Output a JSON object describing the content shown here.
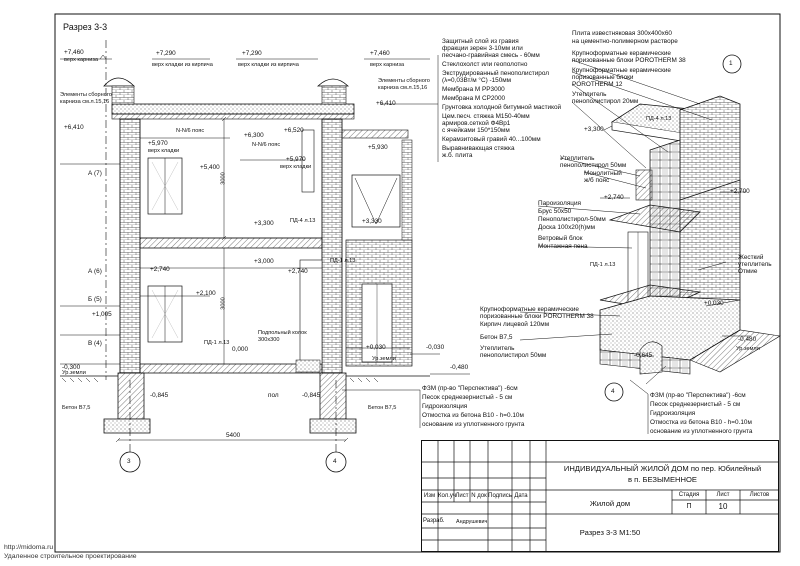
{
  "sheet_title": "Разрез 3-3",
  "left_axis_labels": [
    "А (7)",
    "А (6)",
    "Б (5)",
    "В (4)"
  ],
  "left_section": {
    "elev_labels": [
      {
        "v": "+7,460",
        "t": "верх карниза"
      },
      {
        "v": "+7,290",
        "t": "верх кладки из кирпича"
      },
      {
        "v": "+7,290",
        "t": "верх кладки из кирпича"
      },
      {
        "v": "+7,460",
        "t": "верх карниза"
      },
      {
        "v": "+6,410",
        "t": ""
      },
      {
        "v": "+6,410",
        "t": ""
      },
      {
        "v": "+6,520",
        "t": ""
      },
      {
        "v": "+6,300",
        "t": ""
      },
      {
        "v": "+5,970",
        "t": "верх кладки"
      },
      {
        "v": "+5,970",
        "t": "верх кладки"
      },
      {
        "v": "+5,930",
        "t": ""
      },
      {
        "v": "+5,400",
        "t": ""
      },
      {
        "v": "+3,300",
        "t": ""
      },
      {
        "v": "+3,330",
        "t": ""
      },
      {
        "v": "+3,000",
        "t": ""
      },
      {
        "v": "+2,740",
        "t": ""
      },
      {
        "v": "+2,740",
        "t": ""
      },
      {
        "v": "+2,100",
        "t": ""
      },
      {
        "v": "+1,005",
        "t": ""
      },
      {
        "v": "0,000",
        "t": ""
      },
      {
        "v": "+0,030",
        "t": ""
      },
      {
        "v": "-0,030",
        "t": ""
      },
      {
        "v": "-0,300",
        "t": ""
      },
      {
        "v": "-0,480",
        "t": ""
      },
      {
        "v": "-0,845",
        "t": ""
      },
      {
        "v": "-0,845",
        "t": ""
      },
      {
        "v": "пол",
        "t": ""
      }
    ],
    "notes": {
      "ring_left": "Элементы сборного карниза см.л.15,16",
      "ring_right": "Элементы сборного карниза см.л.15,16",
      "poyas1": "N-N/6 пояс",
      "poyas2": "N-N/6 пояс",
      "pd4": "ПД-4 л.13",
      "pd1": "ПД-1 л.13",
      "pd1b": "ПД-1 л.13",
      "podg_block": "Подпольный колок 300х300",
      "uroven": "Ур.земли",
      "uroven2": "Ур.земли",
      "beton_left": "Бетон В7,5",
      "beton_right": "Бетон В7,5",
      "dim_height_1": "3000",
      "dim_height_2": "3000",
      "dim_width": "5400",
      "axis_3": "3",
      "axis_4": "4"
    }
  },
  "roof_layers": [
    "Защитный слой из гравия",
    "фракции зерен 3-10мм или",
    "песчано-гравийная смесь - 60мм",
    "Стеклохолст или геополотно",
    "Экструдированный пенополистирол",
    "(λ=0,03Вт/м °С) -150мм",
    "Мембрана М РР3000",
    "Мембрана М СР2000",
    "Грунтовка холодной битумной мастикой",
    "Цем.песч. стяжка М150-40мм",
    "армиров.сеткой Ф4Вр1",
    "с ячейками 150*150мм",
    "Керамзитовый гравий 40...100мм",
    "Выравнивающая стяжка",
    "ж.б. плита"
  ],
  "right_detail": {
    "circle1": "1",
    "circle4": "4",
    "top_notes": [
      "Плита известняковая 300х400х60",
      "на цементно-полимерном растворе",
      "Крупноформатные керамические",
      "поризованные блоки POROTHERM 38",
      "Крупноформатные керамические",
      "поризованные блоки",
      "POROTHERM 12",
      "Утеплитель",
      "пенополистирол 20мм"
    ],
    "pd4": "ПД-4 л.13",
    "elev_3300": "+3,300",
    "elev_2740": "+2,740",
    "elev_2700": "+2,700",
    "elev_0030": "+0,030",
    "elev_m0480": "-0,480",
    "elev_m0645": "-0,645",
    "mid_notes": [
      "Утеплитель",
      "пенополистирол 50мм",
      "Монолитный",
      "ж/б пояс",
      "Пароизоляция",
      "Брус 50х50",
      "Пенополистирол-50мм",
      "Доска 100х20(h)мм",
      "Ветровый блок",
      "Монтажная пена"
    ],
    "pd1": "ПД-1 л.13",
    "lower_notes": [
      "Крупноформатные керамические",
      "поризованные блоки POROTHERM 38",
      "Кирпич лицевой 120мм",
      "Бетон  В7,5",
      "Утеплитель",
      "пенополистирол 50мм"
    ],
    "right_notes": [
      "Жесткий",
      "утеплитель",
      "Отмие"
    ],
    "uroven": "Ур.земли"
  },
  "floor_layers_left": [
    "ФЗМ (пр-во \"Перспектива\") -6см",
    "Песок среднезернистый    - 5 см",
    "Гидроизоляция",
    "Отмостка из  бетона В10 - h=0.10м",
    "основание из уплотненного грунта"
  ],
  "floor_layers_right": [
    "ФЗМ (пр-во \"Перспектива\") -6см",
    "Песок среднезернистый - 5 см",
    "Гидроизоляция",
    "Отмостка из  бетона В10 - h=0.10м",
    "основание из уплотненного грунта"
  ],
  "title_block": {
    "project": "ИНДИВИДУАЛЬНЫЙ ЖИЛОЙ ДОМ по пер. Юбилейный",
    "project2": "в п. БЕЗЫМЕННОЕ",
    "building": "Жилой дом",
    "sheet_name": "Разрез 3-3 М1:50",
    "cols": [
      "Изм",
      "Кол.уч",
      "Лист",
      "N док",
      "Подпись",
      "Дата"
    ],
    "role": "Разраб.",
    "author": "Андрушевич",
    "stage_h": "Стадия",
    "sheet_h": "Лист",
    "sheets_h": "Листов",
    "stage": "П",
    "sheet": "10"
  },
  "footer": [
    "http://midoma.ru",
    "Удаленное строительное проектирование"
  ]
}
